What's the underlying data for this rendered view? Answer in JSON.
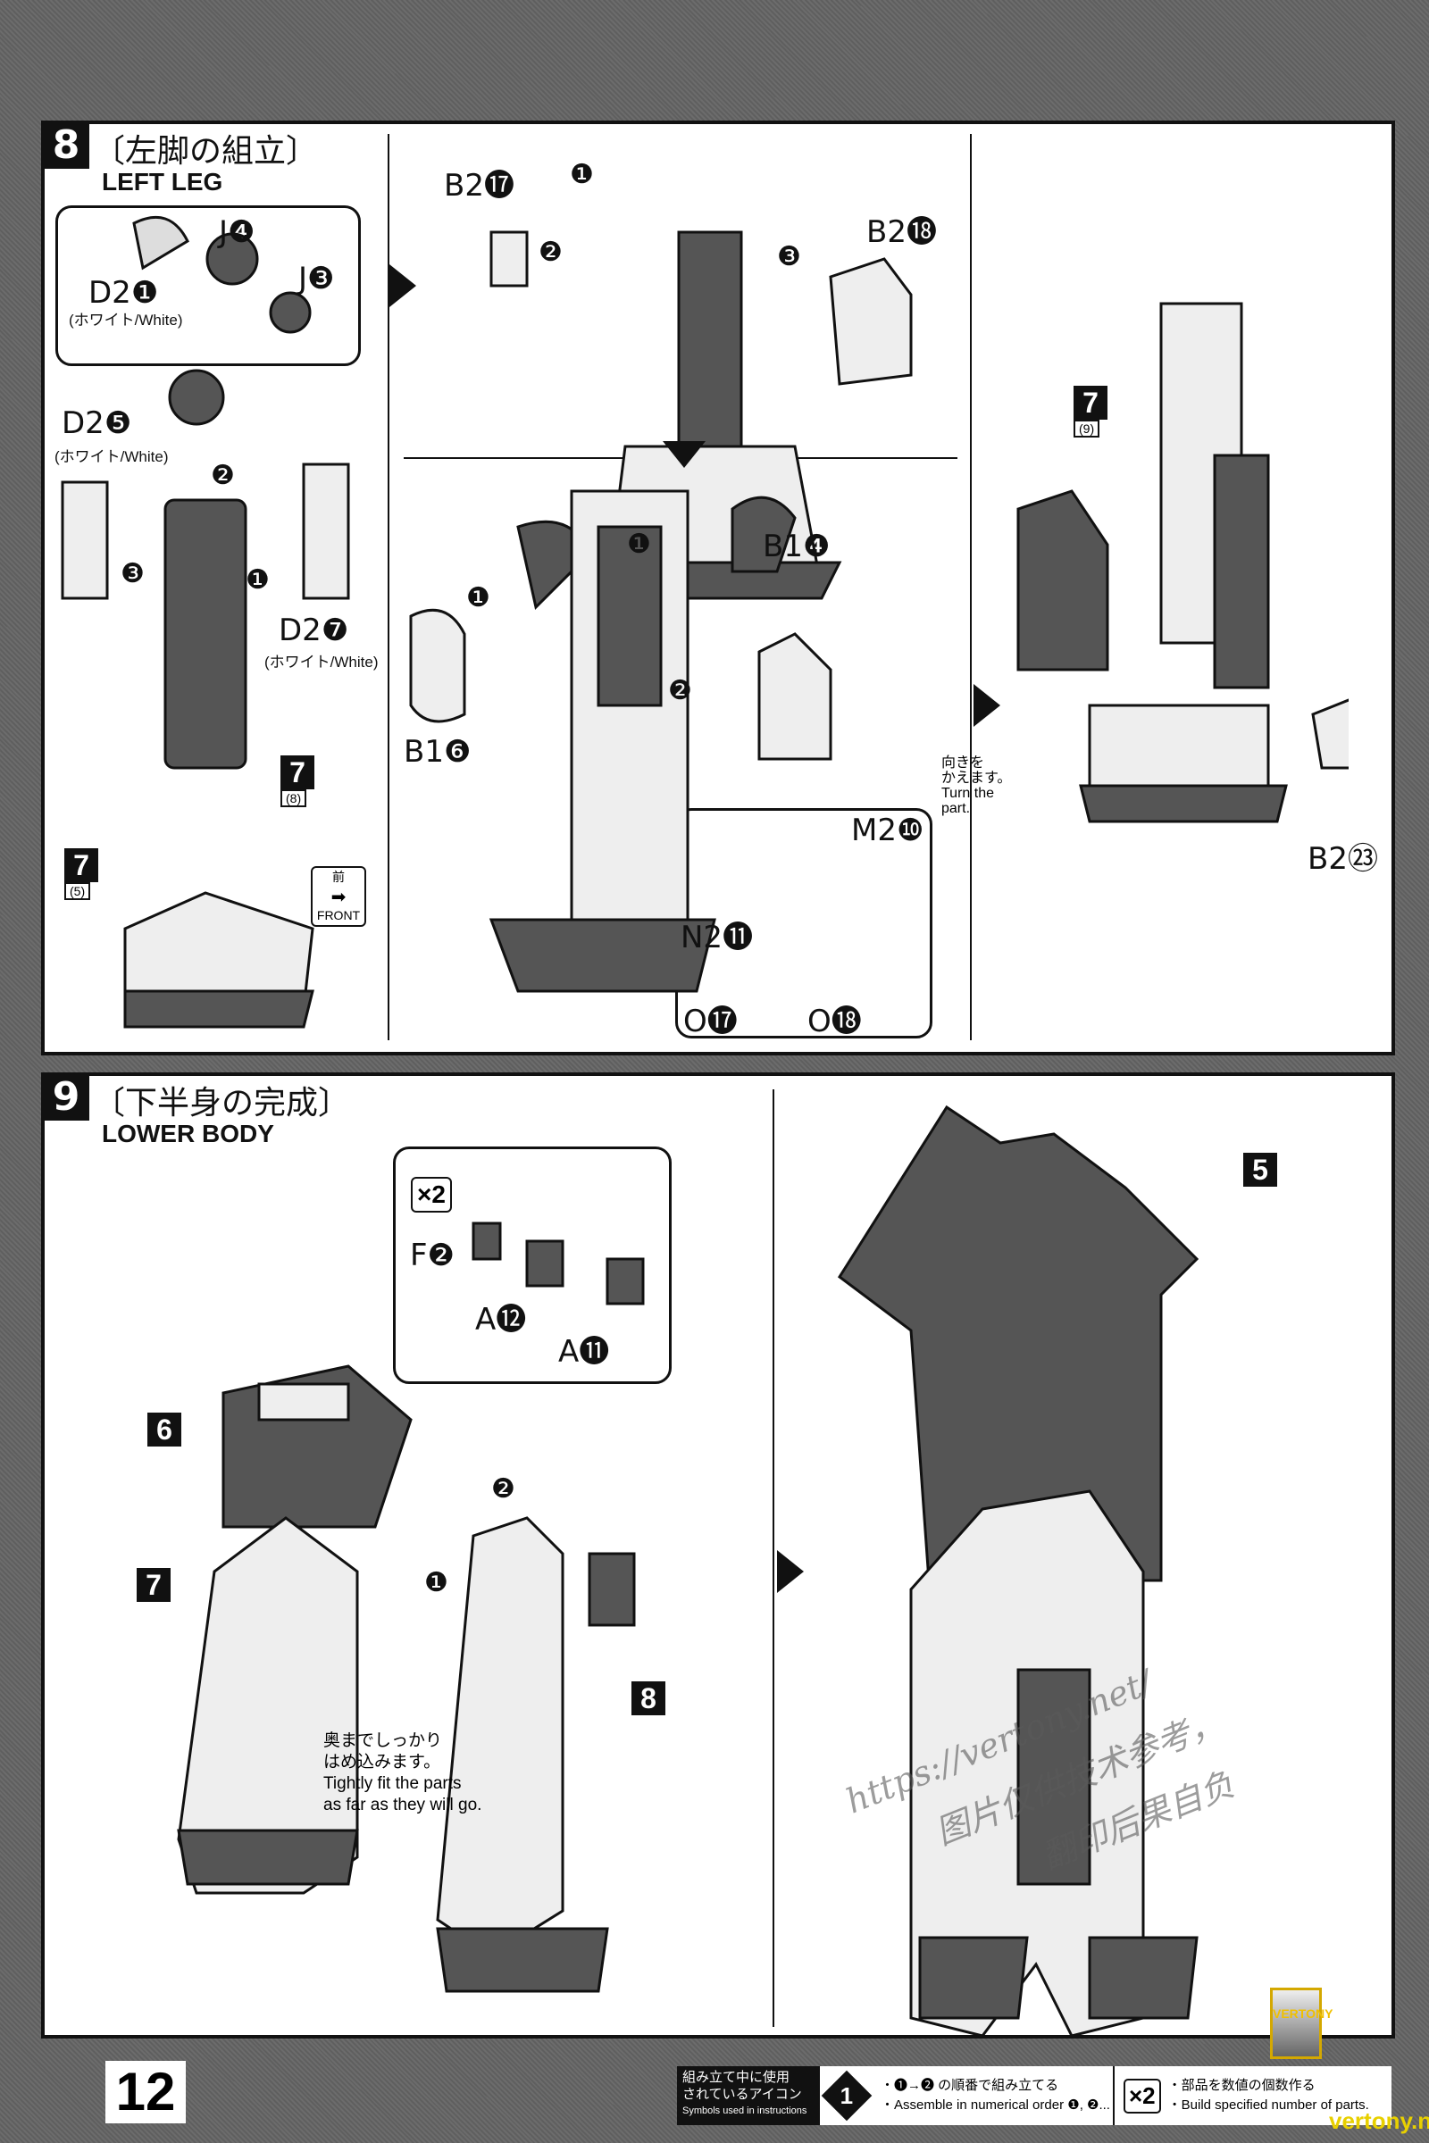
{
  "section8": {
    "number": "8",
    "title": "〔左脚の組立〕",
    "subtitle": "LEFT LEG",
    "parts": {
      "j4": "J❹",
      "j3": "J❸",
      "d2_1": "D2❶",
      "white_1": "(ホワイト/White)",
      "d2_5": "D2❺",
      "white_5": "(ホワイト/White)",
      "d2_7": "D2❼",
      "white_7": "(ホワイト/White)",
      "b2_17": "B2⓱",
      "b2_18": "B2⓲",
      "b1_4": "B1❹",
      "b1_6": "B1❻",
      "m2_10": "M2❿",
      "n2_11": "N2⓫",
      "o_17": "O⓱",
      "o_18": "O⓲",
      "b2_23": "B2㉓"
    },
    "refs": [
      {
        "num": "7",
        "sub": "(8)"
      },
      {
        "num": "7",
        "sub": "(5)"
      },
      {
        "num": "7",
        "sub": "(9)"
      }
    ],
    "front_icon": {
      "jp": "前",
      "en": "FRONT"
    },
    "turn_note": {
      "jp1": "向きを",
      "jp2": "かえます。",
      "en1": "Turn the",
      "en2": "part."
    },
    "steps": [
      "❶",
      "❷",
      "❸"
    ]
  },
  "section9": {
    "number": "9",
    "title": "〔下半身の完成〕",
    "subtitle": "LOWER BODY",
    "multiplier": "×2",
    "parts": {
      "f2": "F❷",
      "a12": "A⓬",
      "a11": "A⓫"
    },
    "refs": {
      "r6": "6",
      "r7": "7",
      "r8": "8",
      "r5": "5"
    },
    "tip": {
      "jp1": "奥までしっかり",
      "jp2": "はめ込みます。",
      "en1": "Tightly fit the parts",
      "en2": "as far as they will go."
    },
    "steps": [
      "❶",
      "❷"
    ]
  },
  "watermark": {
    "line1": "https://vertony.net/",
    "line2": "图片仅供技术参考，",
    "line3": "翻印后果自负",
    "logo1": "VERTONY",
    ".net": ".NET",
    "site": "vertony.net"
  },
  "footer": {
    "page": "12",
    "legend_title1": "組み立て中に使用",
    "legend_title2": "されているアイコン",
    "legend_title_en": "Symbols used in instructions",
    "order_icon": "1",
    "order_jp": "・❶→❷ の順番で組み立てる",
    "order_en": "・Assemble in numerical order ❶, ❷...",
    "count_icon": "×2",
    "count_jp": "・部品を数値の個数作る",
    "count_en": "・Build specified number of parts."
  }
}
